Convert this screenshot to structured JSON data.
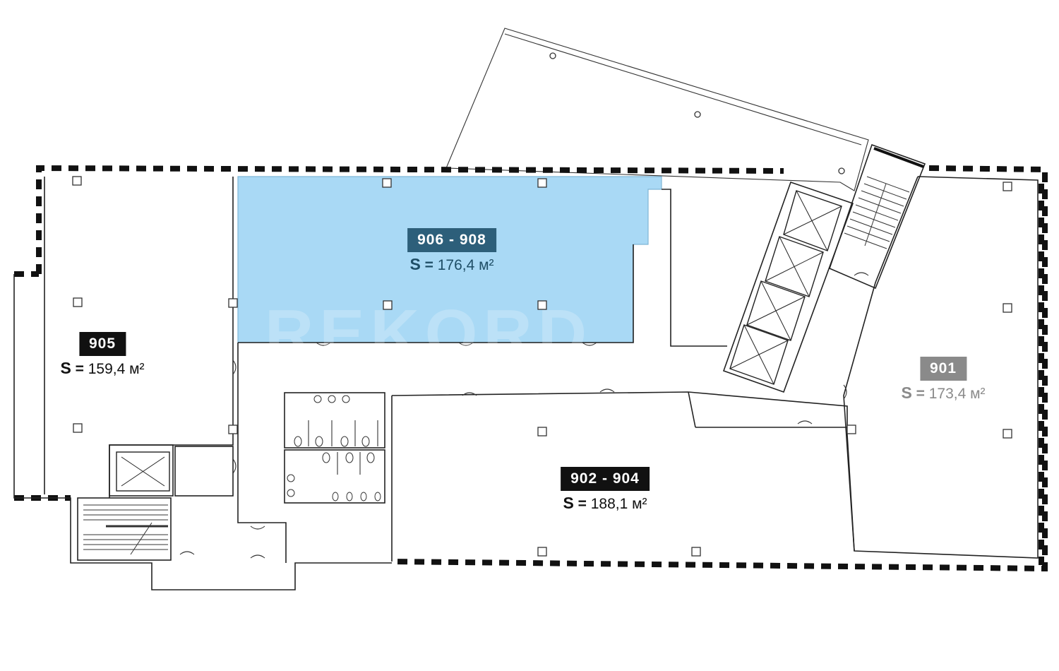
{
  "watermark": "REKORD",
  "units": [
    {
      "id": "905",
      "area_prefix": "S",
      "area_eq": "=",
      "area": "159,4 м²",
      "status": "available",
      "badge_color": "#111111",
      "text_color": "#111111"
    },
    {
      "id": "906 - 908",
      "area_prefix": "S",
      "area_eq": "=",
      "area": "176,4 м²",
      "status": "selected",
      "badge_color": "#2d5f7a",
      "text_color": "#1f4e66",
      "fill_color": "#a9d9f5"
    },
    {
      "id": "902 - 904",
      "area_prefix": "S",
      "area_eq": "=",
      "area": "188,1 м²",
      "status": "available",
      "badge_color": "#111111",
      "text_color": "#111111"
    },
    {
      "id": "901",
      "area_prefix": "S",
      "area_eq": "=",
      "area": "173,4 м²",
      "status": "unavailable",
      "badge_color": "#8a8a8a",
      "text_color": "#8a8a8a"
    }
  ]
}
